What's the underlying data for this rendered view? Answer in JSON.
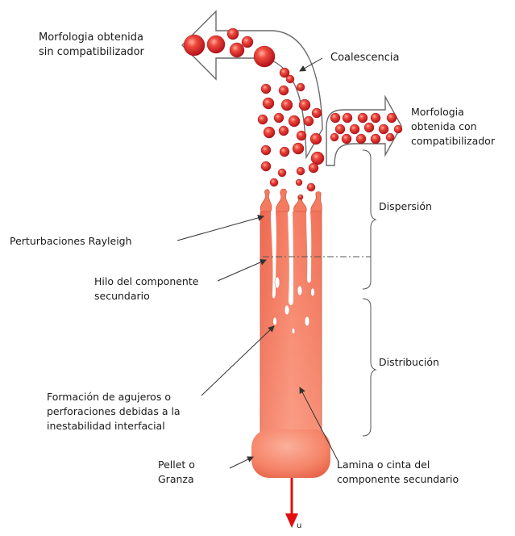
{
  "labels": {
    "morph_without": "Morfologia obtenida\nsin compatibilizador",
    "coalescence": "Coalescencia",
    "morph_with": "Morfologia\nobtenida con\ncompatibilizador",
    "dispersion": "Dispersión",
    "rayleigh": "Perturbaciones Rayleigh",
    "thread": "Hilo del componente\nsecundario",
    "distribution": "Distribución",
    "holes": "Formación de agujeros o\nperforaciones debidas a la\ninestabilidad interfacial",
    "pellet": "Pellet o\nGranza",
    "sheet": "Lamina o cinta del\ncomponente secundario",
    "velocity": "u"
  },
  "colors": {
    "sheet_top": "#f57e64",
    "sheet_bottom": "#fb9b83",
    "pellet": "#f7866a",
    "droplet_core": "#ff7a6a",
    "droplet_edge": "#c4141c",
    "flow_arrow": "#e01010",
    "outline": "#555555",
    "leader": "#333333"
  }
}
